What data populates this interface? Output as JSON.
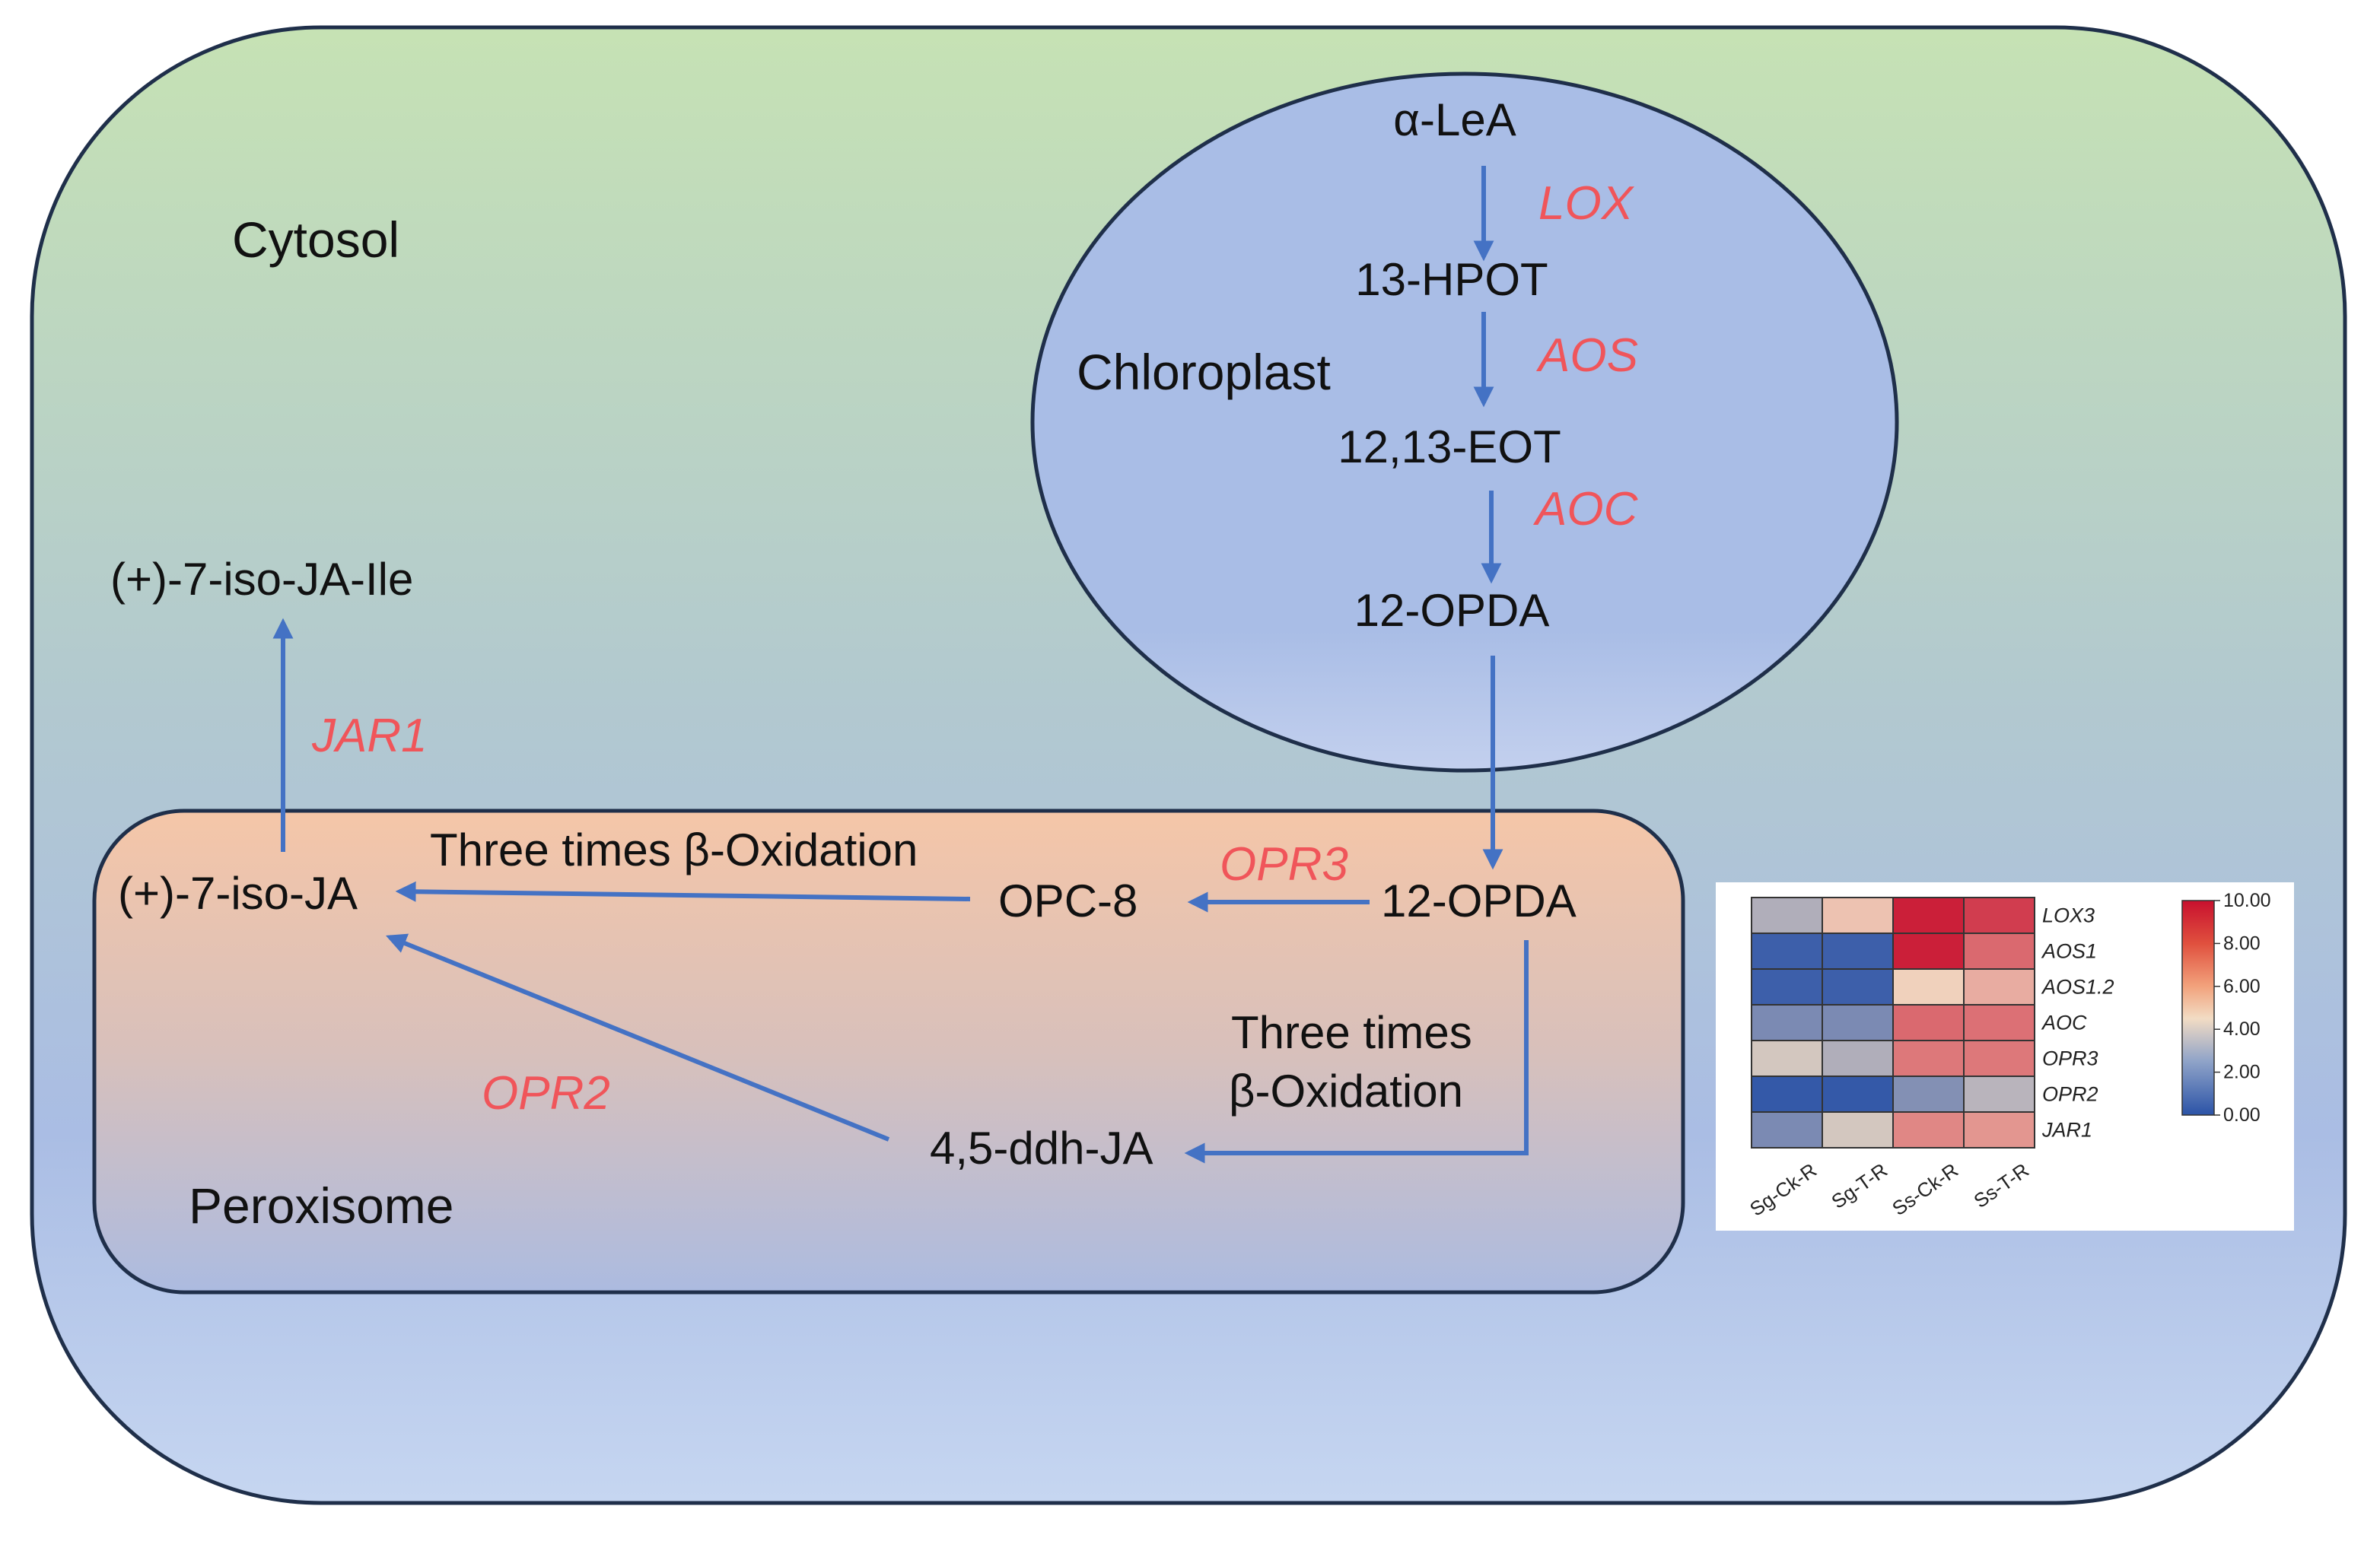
{
  "compartments": {
    "cytosol": "Cytosol",
    "chloroplast": "Chloroplast",
    "peroxisome": "Peroxisome"
  },
  "metabolites": {
    "alpha_lea": "α-LeA",
    "hpot": "13-HPOT",
    "eot": "12,13-EOT",
    "opda_chloroplast": "12-OPDA",
    "opda_peroxisome": "12-OPDA",
    "opc8": "OPC-8",
    "iso_ja": "(+)-7-iso-JA",
    "iso_ja_ile": "(+)-7-iso-JA-Ile",
    "ddh_ja": "4,5-ddh-JA"
  },
  "enzymes": {
    "lox": "LOX",
    "aos": "AOS",
    "aoc": "AOC",
    "opr3": "OPR3",
    "opr2": "OPR2",
    "jar1": "JAR1"
  },
  "process_labels": {
    "beta_oxidation_top": "Three times β-Oxidation",
    "beta_oxidation_side_line1": "Three times",
    "beta_oxidation_side_line2": "β-Oxidation"
  },
  "colors": {
    "enzyme_red": "#f0555a",
    "arrow_blue": "#4472c4",
    "outline_dark": "#1f2f4a"
  },
  "heatmap": {
    "columns": [
      "Sg-Ck-R",
      "Sg-T-R",
      "Ss-Ck-R",
      "Ss-T-R"
    ],
    "rows": [
      {
        "gene": "LOX3",
        "values": [
          3.0,
          5.2,
          9.6,
          8.8
        ]
      },
      {
        "gene": "AOS1",
        "values": [
          0.4,
          0.4,
          9.6,
          7.6
        ]
      },
      {
        "gene": "AOS1.2",
        "values": [
          0.4,
          0.4,
          4.8,
          5.8
        ]
      },
      {
        "gene": "AOC",
        "values": [
          1.8,
          1.8,
          7.6,
          7.4
        ]
      },
      {
        "gene": "OPR3",
        "values": [
          3.8,
          3.0,
          7.2,
          7.2
        ]
      },
      {
        "gene": "OPR2",
        "values": [
          0.2,
          0.2,
          2.0,
          3.2
        ]
      },
      {
        "gene": "JAR1",
        "values": [
          1.8,
          3.8,
          6.8,
          6.4
        ]
      }
    ],
    "scale": {
      "min": 0,
      "max": 10,
      "ticks": [
        "10.00",
        "8.00",
        "6.00",
        "4.00",
        "2.00",
        "0.00"
      ],
      "colors": {
        "low": "#2b53a7",
        "mid": "#f2dcc4",
        "high": "#c8102e"
      }
    }
  }
}
